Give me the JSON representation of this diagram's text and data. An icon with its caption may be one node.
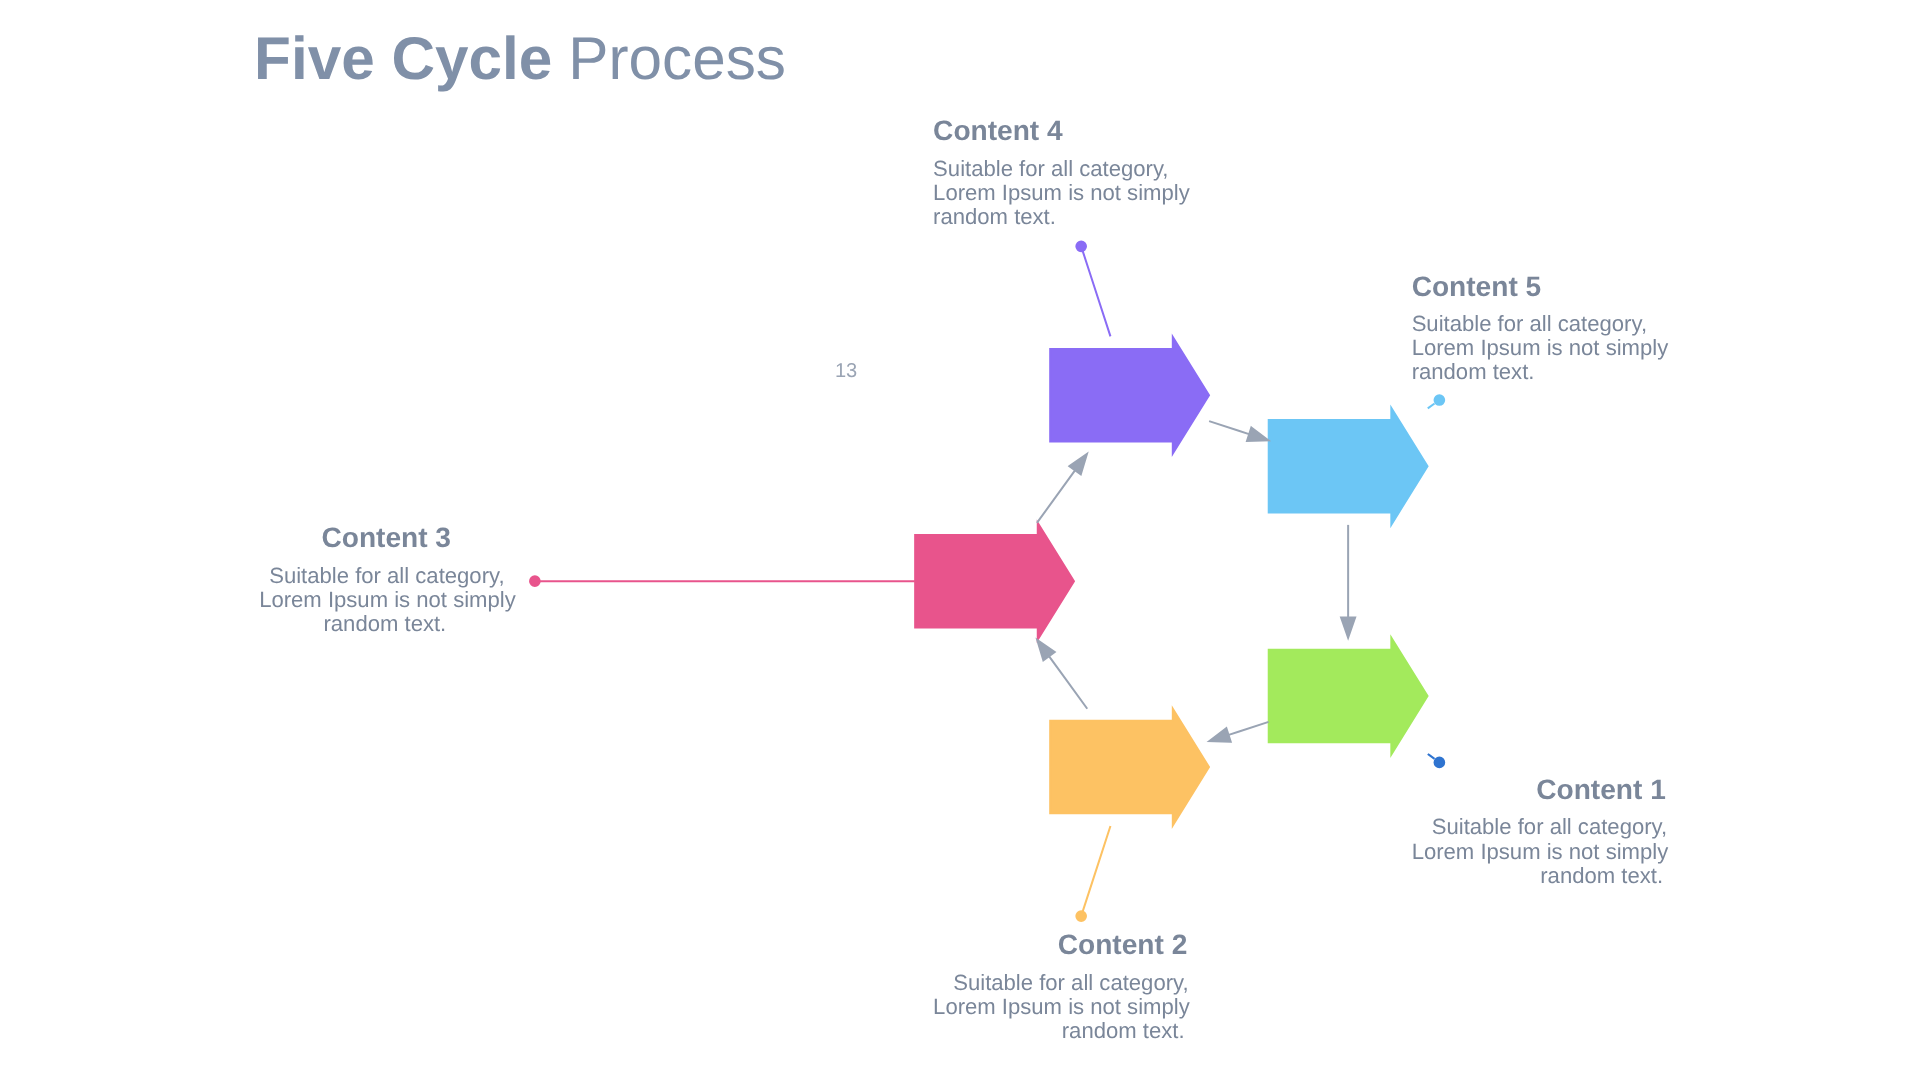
{
  "diagram": {
    "title": "**Five Cycle** Process",
    "nodes": [
      {
        "text": [
          "Content 3",
          "Suitable for all category, Lorem Ipsum is not simply random text."
        ]
      },
      {
        "text": [
          "Content 2",
          "Suitable for all category, Lorem Ipsum is not simply random text."
        ]
      },
      {
        "text": [
          "Content 4",
          "Suitable for all category, Lorem Ipsum is not simply random text."
        ]
      },
      {
        "text": [
          "Content 1",
          "Suitable for all category, Lorem Ipsum is not simply random text."
        ]
      },
      {
        "text": [
          "Content 5",
          "Suitable for all category, Lorem Ipsum is not simply random text."
        ]
      },
      {
        "text": [],
        "shape": "arrow"
      },
      {
        "text": [],
        "shape": "arrow"
      },
      {
        "text": [],
        "shape": "arrow"
      },
      {
        "text": [],
        "shape": "arrow"
      },
      {
        "text": [],
        "shape": "arrow"
      }
    ],
    "edges": [
      {
        "from": 8,
        "to": 6,
        "arrow": "to"
      },
      {
        "from": 6,
        "to": 5,
        "arrow": "to"
      },
      {
        "from": 5,
        "to": 7,
        "arrow": "to"
      },
      {
        "from": 7,
        "to": 9,
        "arrow": "to"
      },
      {
        "from": 9,
        "to": 8,
        "arrow": "to"
      },
      {
        "from": 0,
        "to": 5,
        "arrow": "other",
        "color": "#e8548c"
      },
      {
        "from": 1,
        "to": 6,
        "arrow": "other",
        "color": "#fdc263"
      },
      {
        "from": 2,
        "to": 7,
        "arrow": "other",
        "color": "#8a6cf5"
      },
      {
        "from": 3,
        "to": 8,
        "arrow": "other",
        "color": "#2f74d0"
      },
      {
        "from": 4,
        "to": 9,
        "arrow": "other",
        "color": "#6cc6f5"
      }
    ],
    "labels": [
      "13"
    ]
  }
}
